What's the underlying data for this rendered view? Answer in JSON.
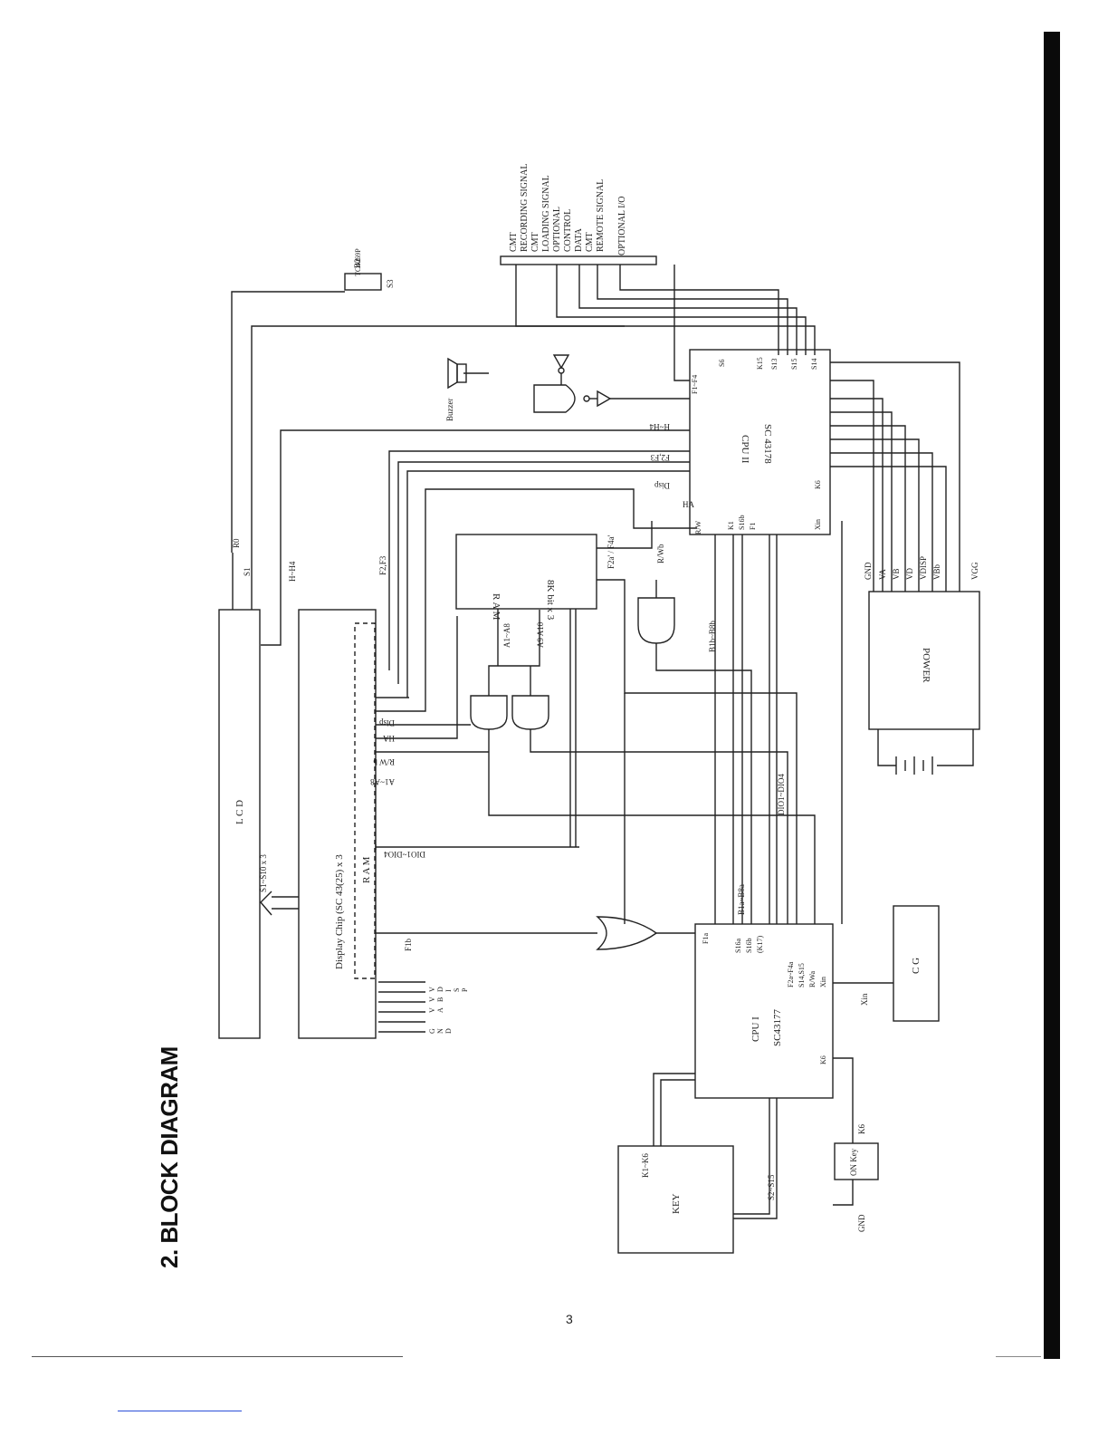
{
  "heading": "2. BLOCK DIAGRAM",
  "page_number": "3",
  "blocks": {
    "lcd": "L C D",
    "display_chip": "Display Chip (SC 43(25) x 3",
    "display_ram": "R A M",
    "ram": "R A M",
    "ram_size": "8K bit x 3",
    "cpu2": "CPU II",
    "cpu2_part": "SC 43178",
    "cpu1": "CPU I",
    "cpu1_part": "SC43177",
    "power": "POWER",
    "key": "KEY",
    "cg": "C G",
    "on_key": "ON Key",
    "tc4069": "TC4069P",
    "buzzer": "Buzzer"
  },
  "io_signals": [
    "CMT",
    "RECORDING SIGNAL",
    "CMT",
    "LOADING SIGNAL",
    "OPTIONAL",
    "CONTROL",
    "DATA",
    "CMT",
    "REMOTE SIGNAL"
  ],
  "optional_io": "OPTIONAL I/O",
  "signals": {
    "s1_s10": "S1~S10 x 3",
    "dio": "DIO1~DIO4",
    "dio_cpu": "DIO1~DIO4",
    "a1_a8": "A1~A8",
    "a1_a8_b": "A1~A8",
    "a9_a10": "A9 A10",
    "r_w_b": "R/W b",
    "r_w_b2": "R/Wb",
    "ha": "HA",
    "disp": "Disp",
    "disp_cpu": "Disp",
    "f2_f3": "F2,F3",
    "f2_f3_cpu": "F2,F3",
    "h_h4": "H~H4",
    "h_h4_b": "H~H4",
    "r0": "R0",
    "s1": "S1",
    "b2": "B2",
    "s3": "S3",
    "f1b": "F1b",
    "b1a_b8a": "B1a~B8a",
    "b1b_b8b": "B1b~B8b",
    "f2a_f4a": "F2a' / F4a'",
    "k1_k6": "K1~K6",
    "s2_s15": "S2~S15",
    "xin": "Xin",
    "k6": "K6",
    "gnd": "GND"
  },
  "power_pins_left": [
    "G",
    "N",
    "D",
    "V",
    "A",
    "V",
    "B",
    "V",
    "D",
    "I",
    "S",
    "P"
  ],
  "power_rails": [
    "GND",
    "VA",
    "VB",
    "VD",
    "VDISP",
    "VBb",
    "VGG"
  ],
  "cpu2_pins": [
    "F1~F4",
    "S6",
    "K15",
    "S13",
    "S15",
    "S14",
    "R/W",
    "K1",
    "S16b",
    "F1",
    "Xin",
    "K6"
  ],
  "cpu1_pins": [
    "F1a",
    "S16a",
    "S16b",
    "(K17)",
    "F2a~F4a",
    "S14,S15",
    "R/Wa",
    "Xin",
    "K6"
  ]
}
